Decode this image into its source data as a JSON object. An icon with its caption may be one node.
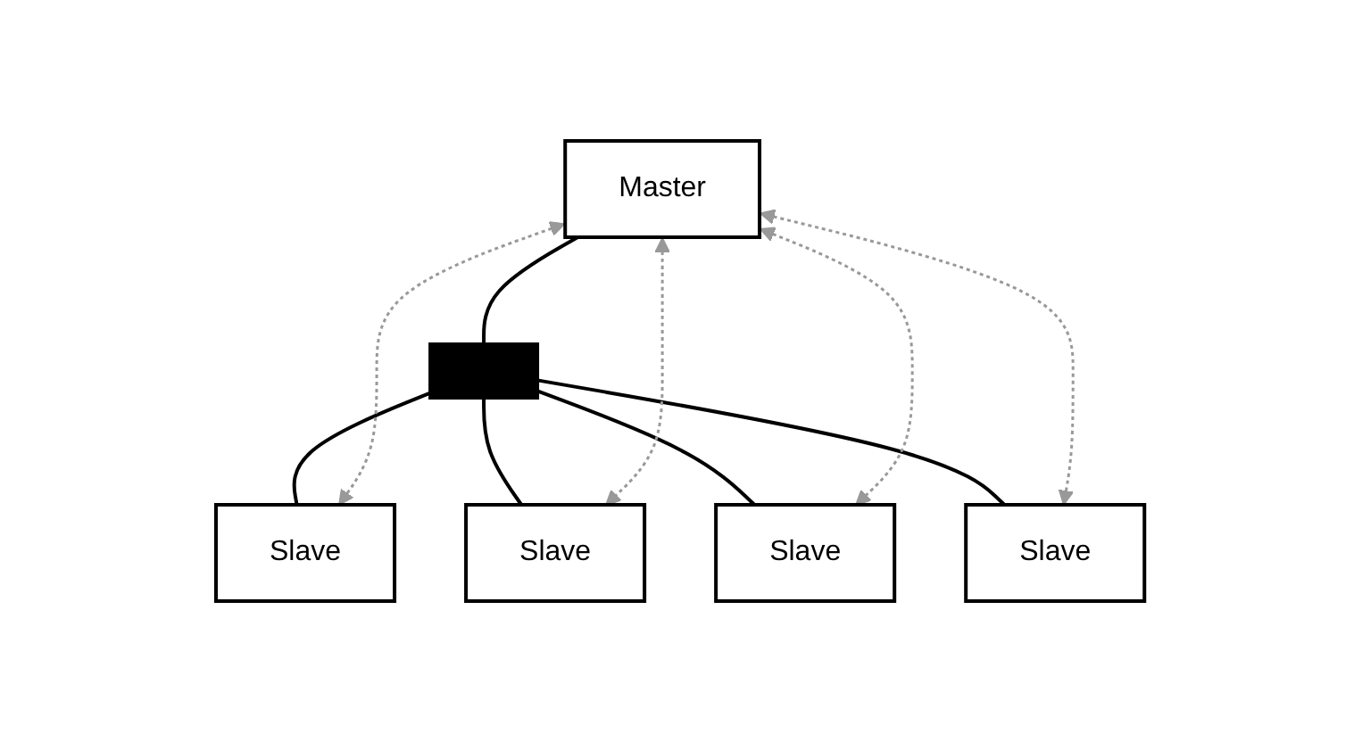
{
  "diagram": {
    "nodes": [
      {
        "text": [
          "Master"
        ]
      },
      {
        "text": [],
        "shape": "bar"
      },
      {
        "text": [
          "Slave"
        ]
      },
      {
        "text": [
          "Slave"
        ]
      },
      {
        "text": [
          "Slave"
        ]
      },
      {
        "text": [
          "Slave"
        ]
      }
    ],
    "edges": [
      {
        "from": 0,
        "to": 1,
        "arrow": "none"
      },
      {
        "from": 1,
        "to": 2,
        "arrow": "none"
      },
      {
        "from": 1,
        "to": 3,
        "arrow": "none"
      },
      {
        "from": 1,
        "to": 4,
        "arrow": "none"
      },
      {
        "from": 1,
        "to": 5,
        "arrow": "none"
      },
      {
        "from": 0,
        "to": 2,
        "arrow": "both",
        "style": "dashed",
        "color": "#999999"
      },
      {
        "from": 0,
        "to": 3,
        "arrow": "both",
        "style": "dashed",
        "color": "#999999"
      },
      {
        "from": 0,
        "to": 4,
        "arrow": "both",
        "style": "dashed",
        "color": "#999999"
      },
      {
        "from": 0,
        "to": 5,
        "arrow": "both",
        "style": "dashed",
        "color": "#999999"
      }
    ]
  }
}
